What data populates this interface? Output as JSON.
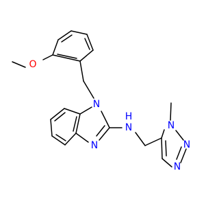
{
  "molecule": {
    "atoms": {
      "o_methoxy": {
        "symbol": "O",
        "color": "#ff0000"
      },
      "n1_benzimidazole": {
        "symbol": "N",
        "color": "#0000ff"
      },
      "n3_benzimidazole": {
        "symbol": "N",
        "color": "#0000ff"
      },
      "n_amine": {
        "symbol": "N",
        "color": "#0000ff"
      },
      "h_amine": {
        "symbol": "H",
        "color": "#0000ff"
      },
      "n1_triazole": {
        "symbol": "N",
        "color": "#0000ff"
      },
      "n2_triazole": {
        "symbol": "N",
        "color": "#0000ff"
      },
      "n3_triazole": {
        "symbol": "N",
        "color": "#0000ff"
      }
    },
    "colors": {
      "carbon_bond": "#000000",
      "nitrogen": "#0000ff",
      "oxygen": "#ff0000",
      "background": "#ffffff"
    }
  }
}
